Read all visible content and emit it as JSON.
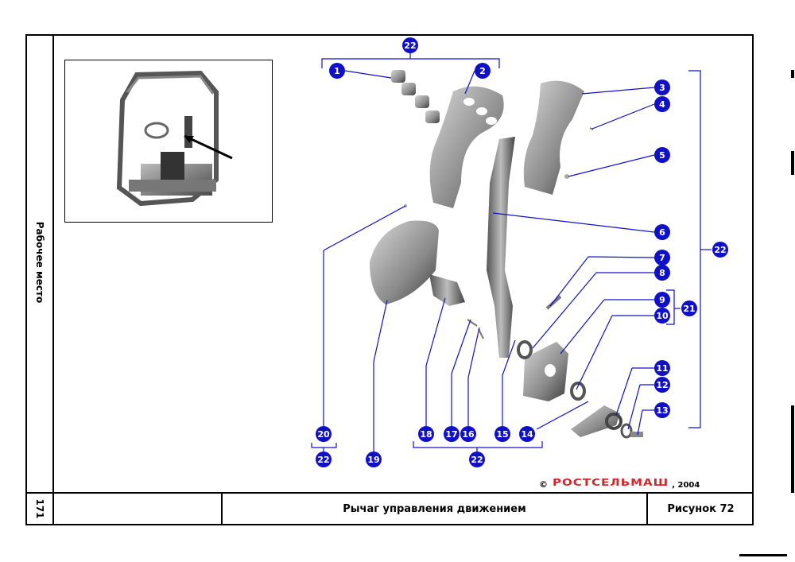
{
  "section_label": "Рабочее место",
  "page_number": "171",
  "figure_title": "Рычаг управления движением",
  "figure_label": "Рисунок 72",
  "copyright": {
    "symbol": "©",
    "brand": "РОСТСЕЛЬМАШ",
    "year": ", 2004"
  },
  "callouts": [
    "1",
    "2",
    "3",
    "4",
    "5",
    "6",
    "7",
    "8",
    "9",
    "10",
    "11",
    "12",
    "13",
    "14",
    "15",
    "16",
    "17",
    "18",
    "19",
    "20",
    "21",
    "22"
  ],
  "colors": {
    "callout_fill": "#1010c8",
    "brand_red": "#d3262a",
    "part_gray": "#7a7a7a"
  }
}
